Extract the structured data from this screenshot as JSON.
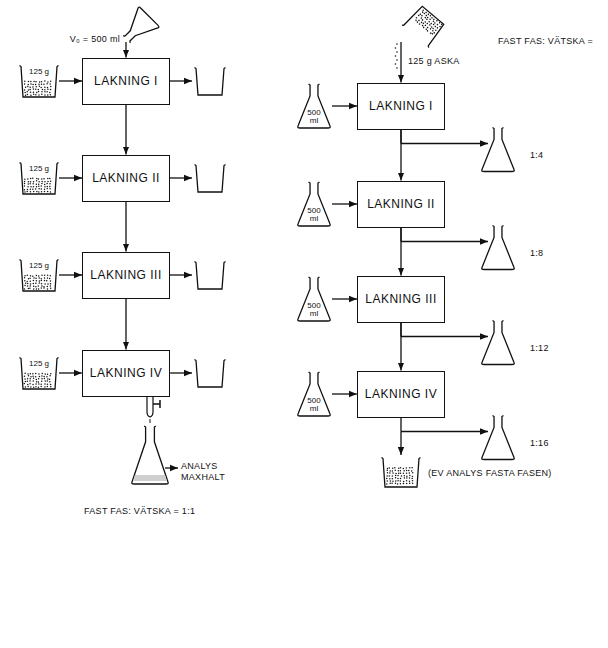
{
  "diagram": {
    "nodes": [
      {
        "text": [
          "125 g"
        ]
      },
      {
        "text": [
          "LAKNING I"
        ]
      },
      {
        "text": [
          "125 g"
        ]
      },
      {
        "text": [
          "LAKNING II"
        ]
      },
      {
        "text": [
          "125 g"
        ]
      },
      {
        "text": [
          "LAKNING III"
        ]
      },
      {
        "text": [
          "125 g"
        ]
      },
      {
        "text": [
          "LAKNING IV"
        ]
      },
      {
        "text": [
          "500 ml"
        ]
      },
      {
        "text": [
          "LAKNING I"
        ]
      },
      {
        "text": [
          "500 ml"
        ]
      },
      {
        "text": [
          "LAKNING II"
        ]
      },
      {
        "text": [
          "500 ml"
        ]
      },
      {
        "text": [
          "LAKNING III"
        ]
      },
      {
        "text": [
          "500 ml"
        ]
      },
      {
        "text": [
          "LAKNING IV"
        ]
      }
    ],
    "edges": [
      {
        "from": 0,
        "to": 1,
        "arrow": "to"
      },
      {
        "from": 2,
        "to": 3,
        "arrow": "to"
      },
      {
        "from": 4,
        "to": 5,
        "arrow": "to"
      },
      {
        "from": 6,
        "to": 7,
        "arrow": "to"
      },
      {
        "from": 1,
        "to": 3,
        "arrow": "to"
      },
      {
        "from": 3,
        "to": 5,
        "arrow": "to"
      },
      {
        "from": 5,
        "to": 7,
        "arrow": "to"
      },
      {
        "from": 8,
        "to": 9,
        "arrow": "to"
      },
      {
        "from": 10,
        "to": 11,
        "arrow": "to"
      },
      {
        "from": 12,
        "to": 13,
        "arrow": "to"
      },
      {
        "from": 14,
        "to": 15,
        "arrow": "to"
      },
      {
        "from": 9,
        "to": 11,
        "arrow": "to"
      },
      {
        "from": 11,
        "to": 13,
        "arrow": "to"
      },
      {
        "from": 13,
        "to": 15,
        "arrow": "to"
      }
    ],
    "labels": [
      "V₀ = 500 ml",
      "125 g ASKA",
      "FAST FAS: VÄTSKA =",
      "1:4",
      "1:8",
      "1:12",
      "1:16",
      "ANALYS MAXHALT",
      "(EV ANALYS FASTA FASEN)",
      "FAST FAS: VÄTSKA = 1:1"
    ]
  }
}
